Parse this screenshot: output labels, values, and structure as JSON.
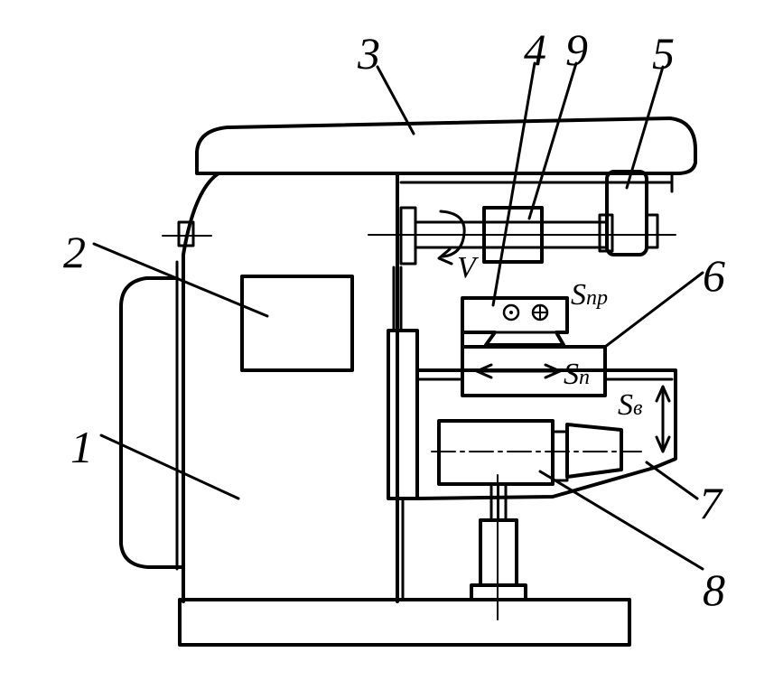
{
  "diagram": {
    "colors": {
      "ink": "#000000",
      "paper": "#ffffff"
    },
    "callouts": {
      "n1": "1",
      "n2": "2",
      "n3": "3",
      "n4": "4",
      "n5": "5",
      "n6": "6",
      "n7": "7",
      "n8": "8",
      "n9": "9"
    },
    "motions": {
      "rotation": "V",
      "longitudinal": {
        "symbol": "S",
        "subscript": "п"
      },
      "transverse": {
        "symbol": "S",
        "subscript": "пр"
      },
      "vertical": {
        "symbol": "S",
        "subscript": "в"
      }
    }
  }
}
